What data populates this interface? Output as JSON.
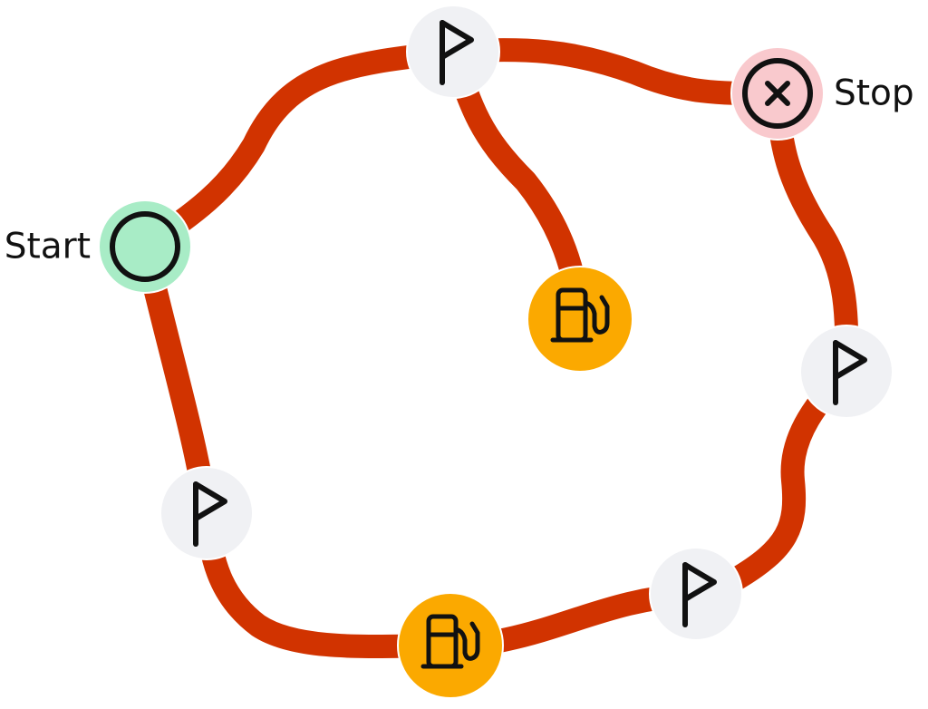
{
  "labels": {
    "start": "Start",
    "stop": "Stop"
  },
  "colors": {
    "route": "#d13300",
    "start_fill": "#a8ecc6",
    "stop_fill": "#f9c9cd",
    "waypoint_fill": "#f0f1f4",
    "fuel_fill": "#fba900",
    "icon_stroke": "#111111",
    "label_text": "#111111"
  },
  "nodes": [
    {
      "id": "start",
      "kind": "start",
      "icon": "circle-icon",
      "label_key": "start"
    },
    {
      "id": "flag-top",
      "kind": "waypoint",
      "icon": "flag-icon"
    },
    {
      "id": "stop",
      "kind": "stop",
      "icon": "close-circle-icon",
      "label_key": "stop"
    },
    {
      "id": "fuel-center",
      "kind": "fuel",
      "icon": "fuel-pump-icon"
    },
    {
      "id": "flag-right",
      "kind": "waypoint",
      "icon": "flag-icon"
    },
    {
      "id": "flag-bottom-right",
      "kind": "waypoint",
      "icon": "flag-icon"
    },
    {
      "id": "fuel-bottom",
      "kind": "fuel",
      "icon": "fuel-pump-icon"
    },
    {
      "id": "flag-left",
      "kind": "waypoint",
      "icon": "flag-icon"
    }
  ],
  "edges": [
    [
      "start",
      "flag-top"
    ],
    [
      "flag-top",
      "stop"
    ],
    [
      "flag-top",
      "fuel-center"
    ],
    [
      "stop",
      "flag-right"
    ],
    [
      "flag-right",
      "flag-bottom-right"
    ],
    [
      "flag-bottom-right",
      "fuel-bottom"
    ],
    [
      "fuel-bottom",
      "flag-left"
    ],
    [
      "flag-left",
      "start"
    ]
  ]
}
